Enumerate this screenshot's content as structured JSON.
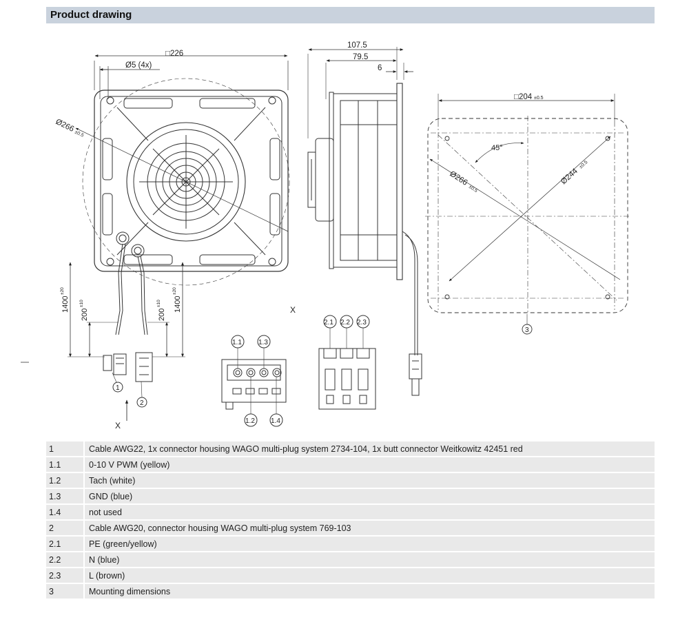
{
  "header": {
    "title": "Product drawing"
  },
  "front_view": {
    "dim_width": "□226",
    "dim_hole": "Ø5 (4x)",
    "dim_dia": "Ø266",
    "dim_dia_tol": "±0.5"
  },
  "side_view": {
    "dim_total": "107.5",
    "dim_mid": "79.5",
    "dim_flange": "6"
  },
  "mount_view": {
    "dim_square": "□204",
    "dim_square_tol": "±0.5",
    "angle": "45°",
    "dim_dia_outer": "Ø266",
    "dim_dia_outer_tol": "±0.5",
    "dim_dia_inner": "Ø244",
    "dim_dia_inner_tol": "±0.5",
    "callout": "3"
  },
  "cables": {
    "len_long": "1400",
    "len_long_tol": "±20",
    "len_short": "200",
    "len_short_tol": "±10",
    "callout_1": "1",
    "callout_2": "2",
    "view_marker": "X"
  },
  "connector_1": {
    "pins": [
      "1.1",
      "1.3",
      "1.2",
      "1.4"
    ]
  },
  "connector_2": {
    "pins": [
      "2.1",
      "2.2",
      "2.3"
    ]
  },
  "legend": [
    {
      "key": "1",
      "desc": "Cable AWG22, 1x connector housing WAGO multi-plug system 2734-104, 1x butt connector Weitkowitz 42451 red"
    },
    {
      "key": "1.1",
      "desc": "0-10 V PWM (yellow)"
    },
    {
      "key": "1.2",
      "desc": "Tach (white)"
    },
    {
      "key": "1.3",
      "desc": "GND (blue)"
    },
    {
      "key": "1.4",
      "desc": "not used"
    },
    {
      "key": "2",
      "desc": "Cable AWG20, connector housing WAGO multi-plug system 769-103"
    },
    {
      "key": "2.1",
      "desc": "PE (green/yellow)"
    },
    {
      "key": "2.2",
      "desc": "N (blue)"
    },
    {
      "key": "2.3",
      "desc": "L (brown)"
    },
    {
      "key": "3",
      "desc": "Mounting dimensions"
    }
  ]
}
